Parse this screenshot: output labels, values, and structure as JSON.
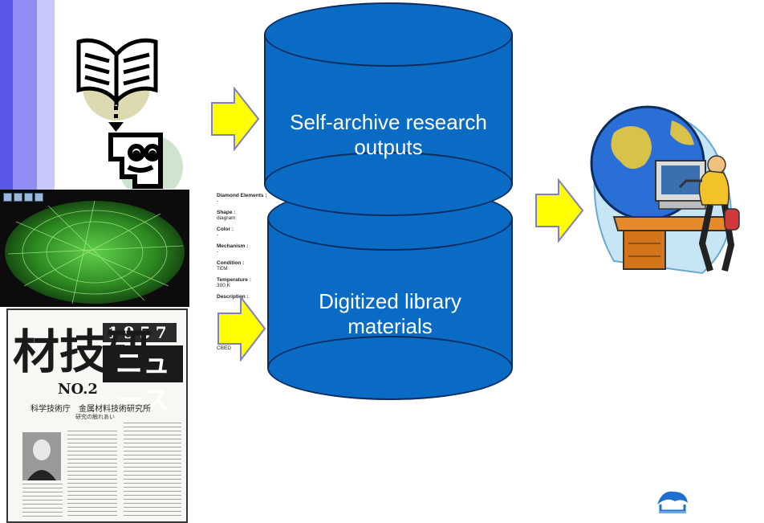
{
  "cylinders": {
    "top_label": "Self-archive research outputs",
    "bottom_label": "Digitized library materials"
  },
  "metadata_record": {
    "fields": [
      {
        "key": "Diamond Elements :",
        "value": "-"
      },
      {
        "key": "Shape :",
        "value": "diagram"
      },
      {
        "key": "Color :",
        "value": "-"
      },
      {
        "key": "Mechanism :",
        "value": "-"
      },
      {
        "key": "Condition :",
        "value": "TEM"
      },
      {
        "key": "Temperature :",
        "value": "300 K"
      },
      {
        "key": "Description :",
        "value": ""
      }
    ],
    "trailing_value": "CBED"
  },
  "newspaper": {
    "year": "1957",
    "masthead": "材技研",
    "masthead_banner": "ニュース",
    "issue": "NO.2",
    "publisher": "科学技術庁　金属材料技術研究所",
    "subtitle": "研究の触れあい"
  },
  "colors": {
    "cylinder_fill": "#0a6bc4",
    "cylinder_outline": "#0a2c5e",
    "arrow_fill": "#ffff00",
    "arrow_outline": "#8080c0",
    "stripe_dark": "#5b57e8",
    "stripe_mid": "#8f8cf2",
    "stripe_light": "#c9c8fa"
  },
  "icons": [
    "open-book-icon",
    "reader-face-icon",
    "globe-computer-user-icon",
    "diffraction-image-icon",
    "newspaper-scan-icon",
    "institution-logo-icon"
  ]
}
